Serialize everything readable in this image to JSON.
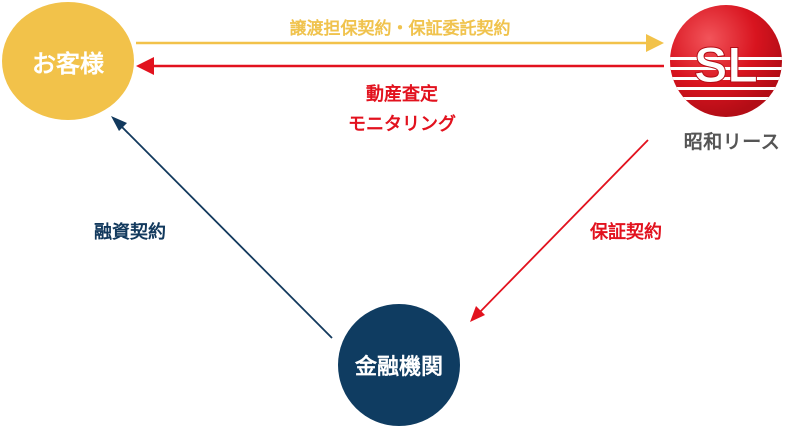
{
  "nodes": {
    "customer": "お客様",
    "bank": "金融機関",
    "showa_logo": "SL",
    "showa_name": "昭和リース"
  },
  "labels": {
    "transfer": "譲渡担保契約・保証委託契約",
    "appraisal": "動産査定",
    "monitoring": "モニタリング",
    "financing": "融資契約",
    "guarantee": "保証契約"
  },
  "colors": {
    "yellow": "#f2c24a",
    "red": "#e2121e",
    "navy": "#0f3c61"
  }
}
